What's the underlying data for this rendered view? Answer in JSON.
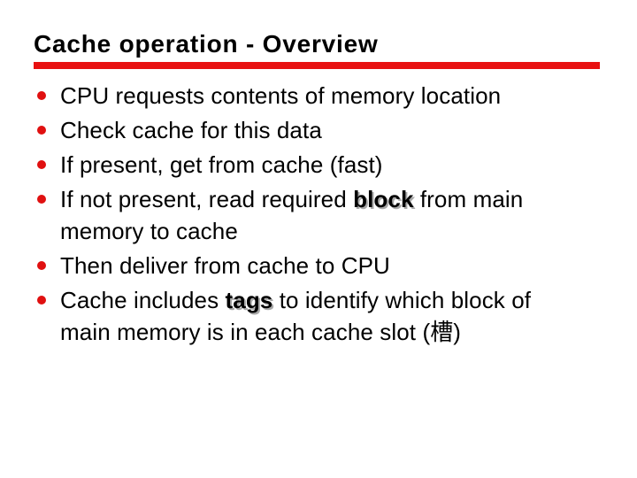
{
  "slide": {
    "title": "Cache operation - Overview",
    "colors": {
      "accent": "#e81111",
      "bullet": "#e01010",
      "text": "#000000",
      "bold_shadow": "#a8a8a8",
      "background": "#ffffff"
    },
    "bullets": [
      {
        "lines": [
          [
            {
              "text": "CPU requests contents of memory location"
            }
          ]
        ]
      },
      {
        "lines": [
          [
            {
              "text": "Check cache for this data"
            }
          ]
        ]
      },
      {
        "lines": [
          [
            {
              "text": "If present, get from cache (fast)"
            }
          ]
        ]
      },
      {
        "lines": [
          [
            {
              "text": "If not present, read required "
            },
            {
              "text": "block",
              "bold": true
            },
            {
              "text": " from main"
            }
          ],
          [
            {
              "text": "memory to cache"
            }
          ]
        ]
      },
      {
        "lines": [
          [
            {
              "text": "Then deliver from cache to CPU"
            }
          ]
        ]
      },
      {
        "lines": [
          [
            {
              "text": "Cache includes "
            },
            {
              "text": "tags",
              "bold": true
            },
            {
              "text": " to identify which block of"
            }
          ],
          [
            {
              "text": "main memory is in each cache slot (槽)"
            }
          ]
        ]
      }
    ]
  }
}
